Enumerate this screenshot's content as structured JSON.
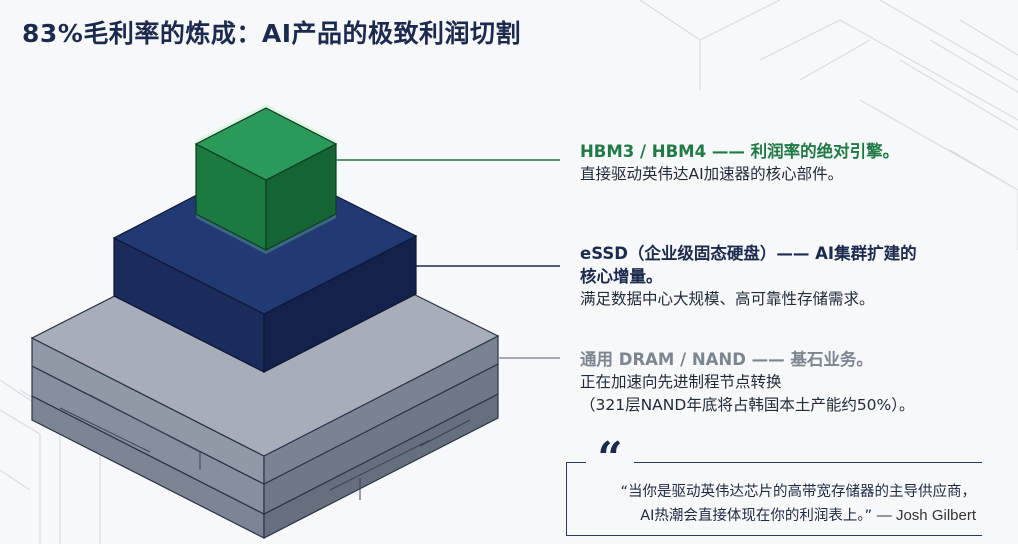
{
  "title": "83%毛利率的炼成：AI产品的极致利润切割",
  "layers": [
    {
      "key": "hbm",
      "headline": "HBM3 / HBM4 —— 利润率的绝对引擎。",
      "lines": [
        "直接驱动英伟达AI加速器的核心部件。"
      ],
      "color": "#1f7a45"
    },
    {
      "key": "essd",
      "headline": "eSSD（企业级固态硬盘）—— AI集群扩建的",
      "headline2": "核心增量。",
      "lines": [
        "满足数据中心大规模、高可靠性存储需求。"
      ],
      "color": "#1c2a4e"
    },
    {
      "key": "dram",
      "headline": "通用 DRAM / NAND —— 基石业务。",
      "lines": [
        "正在加速向先进制程节点转换",
        "（321层NAND年底将占韩国本土产能约50%）。"
      ],
      "color": "#7d8591"
    }
  ],
  "quote": {
    "mark": "“",
    "line1": "“当你是驱动英伟达芯片的高带宽存储器的主导供应商，",
    "line2": "AI热潮会直接体现在你的利润表上。”",
    "author": "— Josh Gilbert"
  }
}
